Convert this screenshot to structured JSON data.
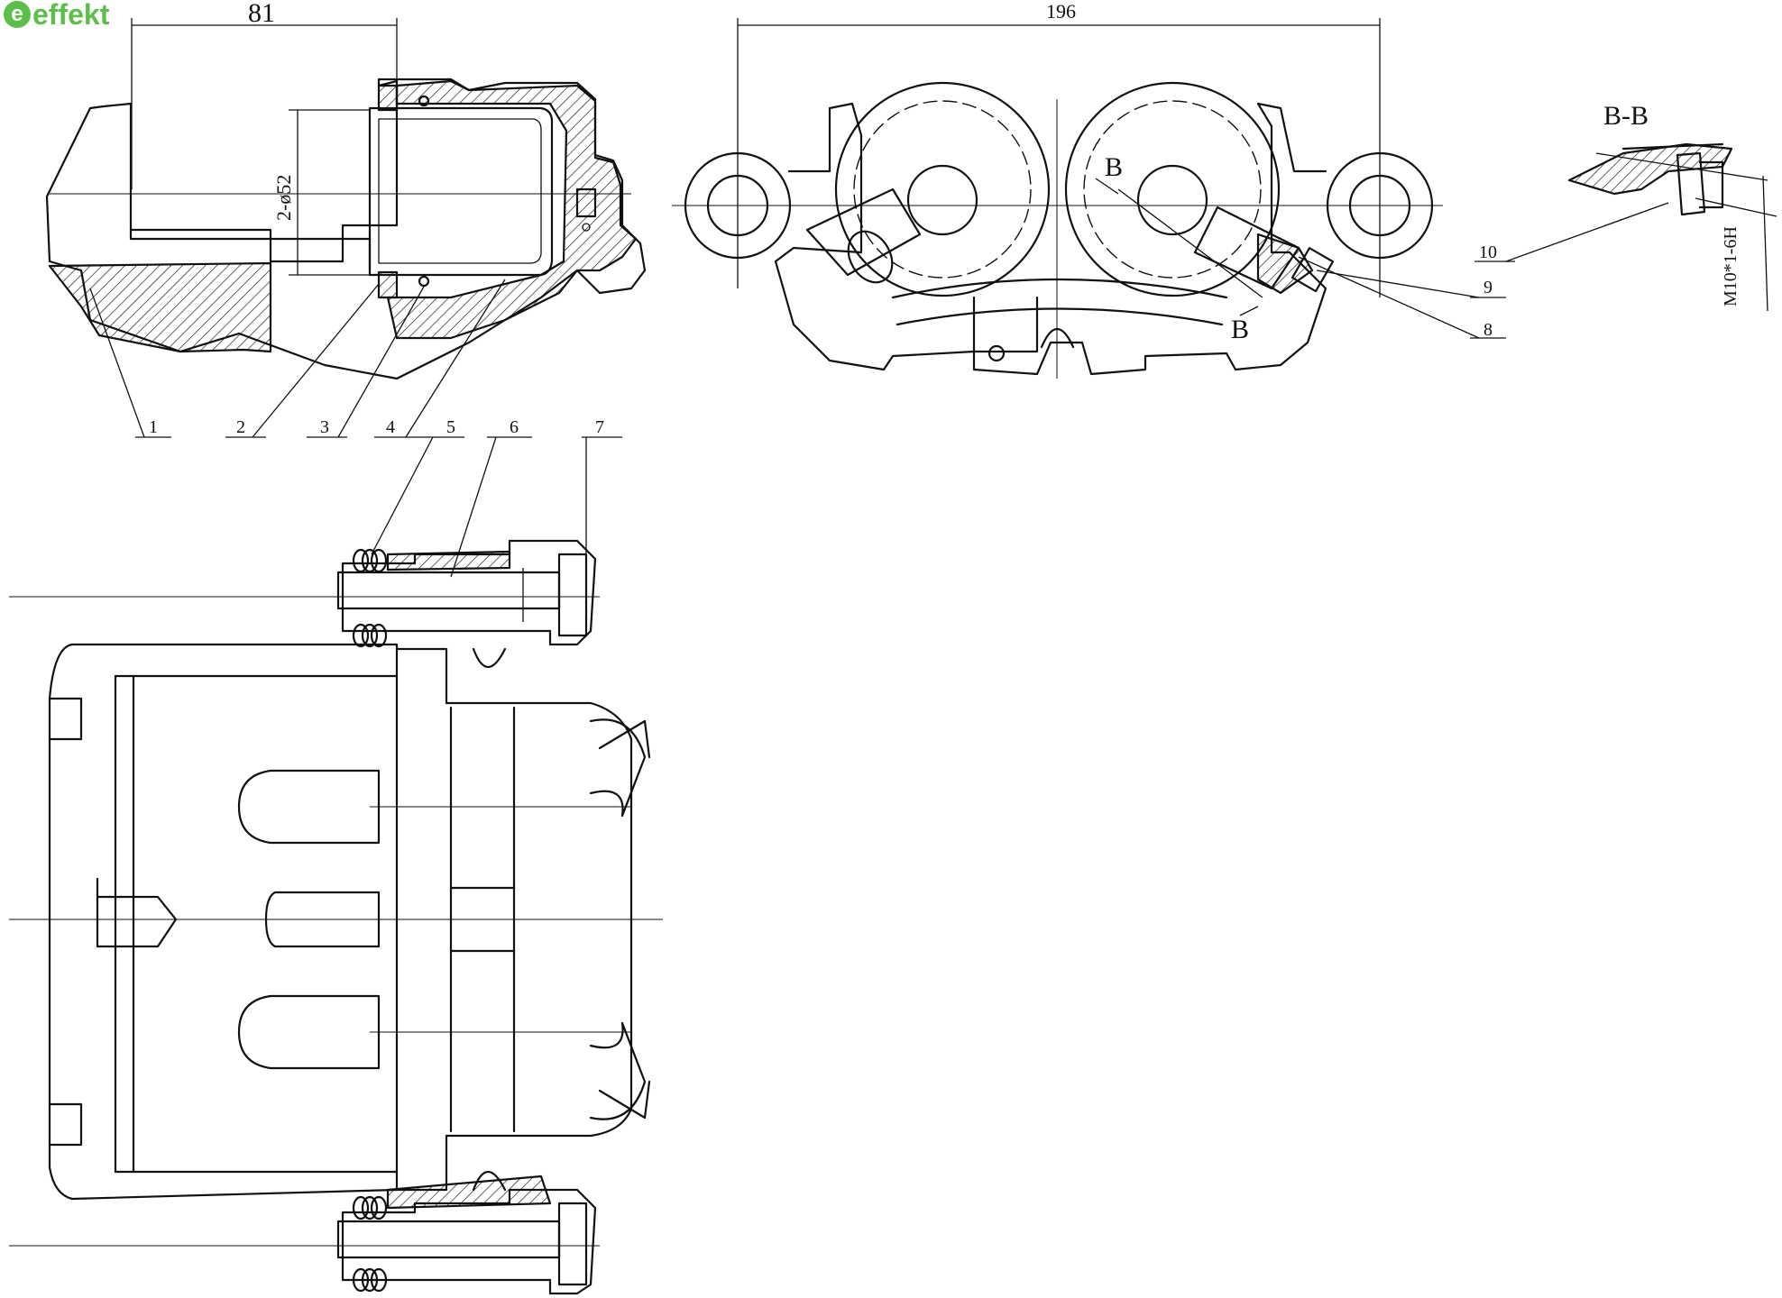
{
  "brand": {
    "logo_mark": "e",
    "logo_text": "effekt",
    "color": "#5bbf4a"
  },
  "dimensions": {
    "d81": "81",
    "d196": "196",
    "bore": "2-ø52",
    "thread": "M10*1-6H"
  },
  "section": {
    "title": "B-B",
    "mark_upper": "B",
    "mark_lower": "B"
  },
  "callouts": [
    "1",
    "2",
    "3",
    "4",
    "5",
    "6",
    "7",
    "8",
    "9",
    "10"
  ]
}
